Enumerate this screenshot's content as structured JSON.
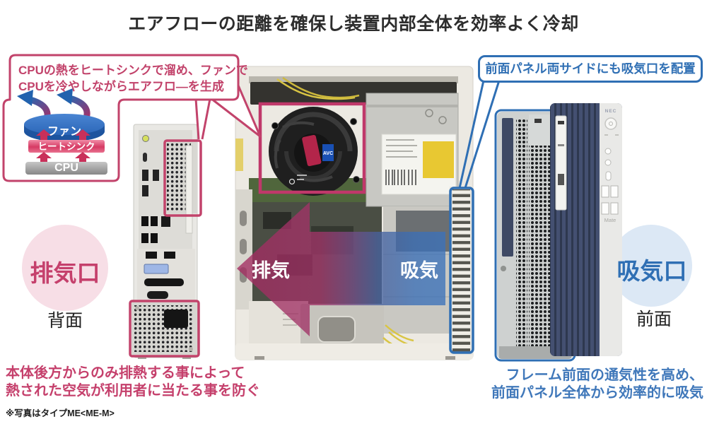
{
  "title": "エアフローの距離を確保し装置内部全体を効率よく冷却",
  "callout_cpu": {
    "line1": "CPUの熱をヒートシンクで溜め、ファンで",
    "line2": "CPUを冷やしながらエアフロ―を生成"
  },
  "diagram": {
    "fan_label": "ファン",
    "heatsink_label": "ヒートシンク",
    "cpu_label": "CPU"
  },
  "badges": {
    "exhaust": {
      "label": "排気口",
      "caption": "背面"
    },
    "intake": {
      "label": "吸気口",
      "caption": "前面"
    }
  },
  "callout_front": {
    "text": "前面パネル両サイドにも吸気口を配置"
  },
  "airflow": {
    "exhaust_label": "排気",
    "intake_label": "吸気"
  },
  "photo_labels": {
    "fan_sticker": "AVC",
    "brand": "NEC",
    "model": "Mate"
  },
  "notes": {
    "exhaust": {
      "line1": "本体後方からのみ排熱する事によって",
      "line2": "熱された空気が利用者に当たる事を防ぐ"
    },
    "intake": {
      "line1": "フレーム前面の通気性を高め、",
      "line2": "前面パネル全体から効率的に吸気"
    }
  },
  "footnote": "※写真はタイプME<ME-M>",
  "colors": {
    "accent_pink": "#c2436b",
    "accent_blue": "#2f6fb4",
    "arrow_exhaust": "#a32b60",
    "arrow_intake": "#3b72ba",
    "circle_pink_bg": "#f7dee6",
    "circle_blue_bg": "#dce8f5"
  }
}
